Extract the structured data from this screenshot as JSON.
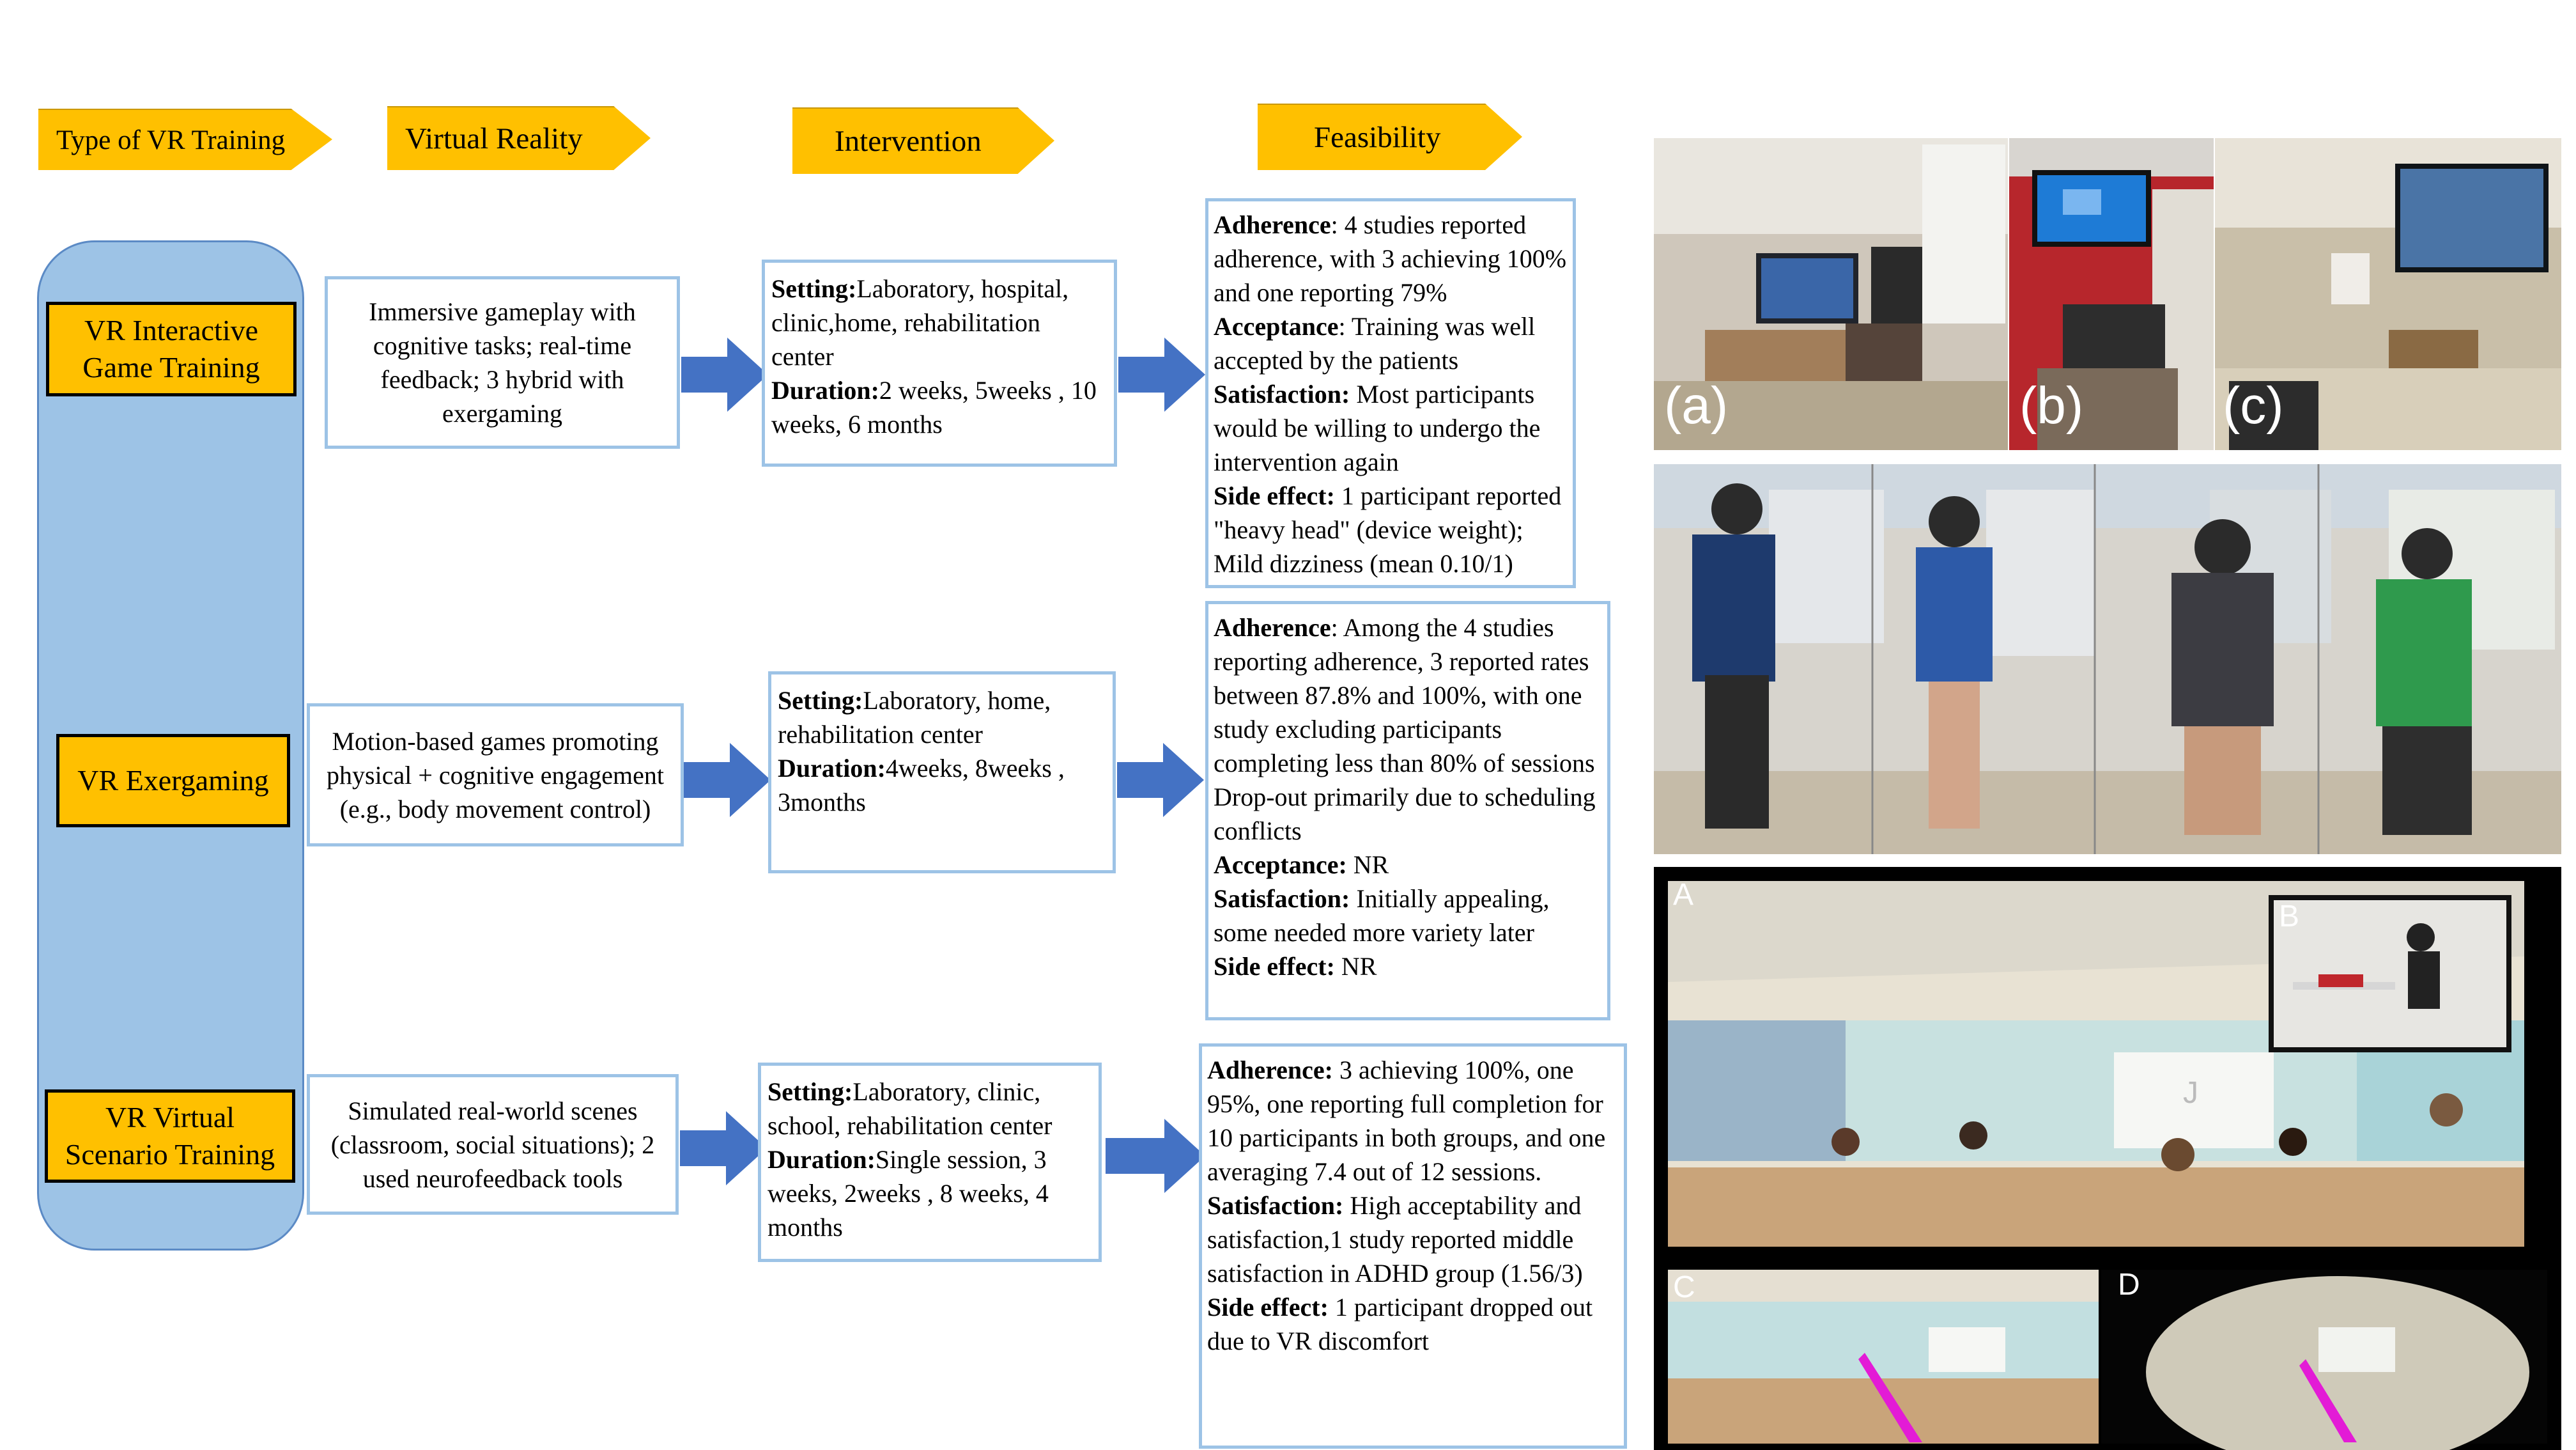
{
  "headers": {
    "type": "Type of VR Training",
    "vr": "Virtual Reality",
    "intervention": "Intervention",
    "feasibility": "Feasibility"
  },
  "types": [
    {
      "line1": "VR Interactive",
      "line2": "Game Training"
    },
    {
      "line1": "VR Exergaming",
      "line2": ""
    },
    {
      "line1": "VR Virtual",
      "line2": "Scenario Training"
    }
  ],
  "vr_descriptions": [
    "Immersive gameplay with cognitive tasks; real-time feedback; 3 hybrid with exergaming",
    "Motion-based games promoting physical + cognitive engagement (e.g., body movement control)",
    "Simulated real-world scenes (classroom, social situations); 2 used neurofeedback tools"
  ],
  "interventions": [
    {
      "setting_label": "Setting:",
      "setting": "Laboratory, hospital, clinic,home, rehabilitation center",
      "duration_label": "Duration:",
      "duration": "2 weeks, 5weeks , 10 weeks, 6 months"
    },
    {
      "setting_label": "Setting:",
      "setting": "Laboratory, home, rehabilitation center",
      "duration_label": "Duration:",
      "duration": "4weeks, 8weeks , 3months"
    },
    {
      "setting_label": "Setting:",
      "setting": "Laboratory, clinic, school, rehabilitation center",
      "duration_label": "Duration:",
      "duration": "Single session, 3 weeks, 2weeks , 8 weeks, 4 months"
    }
  ],
  "feasibility": [
    {
      "items": [
        {
          "label": "Adherence",
          "sep": ": ",
          "text": "4 studies reported adherence, with 3 achieving 100% and one reporting 79%"
        },
        {
          "label": "Acceptance",
          "sep": ": ",
          "text": "Training was well accepted by the patients"
        },
        {
          "label": "Satisfaction:",
          "sep": " ",
          "text": "Most participants would be willing to undergo the intervention again"
        },
        {
          "label": "Side effect:",
          "sep": " ",
          "text": "1 participant reported \"heavy head\" (device weight); Mild dizziness (mean 0.10/1)"
        }
      ]
    },
    {
      "items": [
        {
          "label": "Adherence",
          "sep": ": ",
          "text": "Among the 4 studies reporting adherence, 3 reported rates between 87.8% and 100%, with one study excluding participants completing less than 80% of sessions Drop-out primarily due to scheduling conflicts"
        },
        {
          "label": "Acceptance:",
          "sep": " ",
          "text": "NR"
        },
        {
          "label": "Satisfaction:",
          "sep": "  ",
          "text": "Initially appealing, some needed more variety later"
        },
        {
          "label": "Side effect:",
          "sep": " ",
          "text": "NR"
        }
      ]
    },
    {
      "items": [
        {
          "label": "Adherence:",
          "sep": " ",
          "text": "3 achieving 100%, one 95%, one reporting full completion for 10 participants in both groups, and one averaging 7.4 out of 12 sessions."
        },
        {
          "label": "Satisfaction:",
          "sep": " ",
          "text": "High acceptability and satisfaction,1 study reported middle satisfaction in ADHD group (1.56/3)"
        },
        {
          "label": "Side effect:",
          "sep": " ",
          "text": "1 participant dropped out due to VR discomfort"
        }
      ]
    }
  ],
  "photo_labels": {
    "a": "(a)",
    "b": "(b)",
    "c": "(c)",
    "A": "A",
    "B": "B",
    "C": "C",
    "D": "D",
    "J": "J"
  }
}
